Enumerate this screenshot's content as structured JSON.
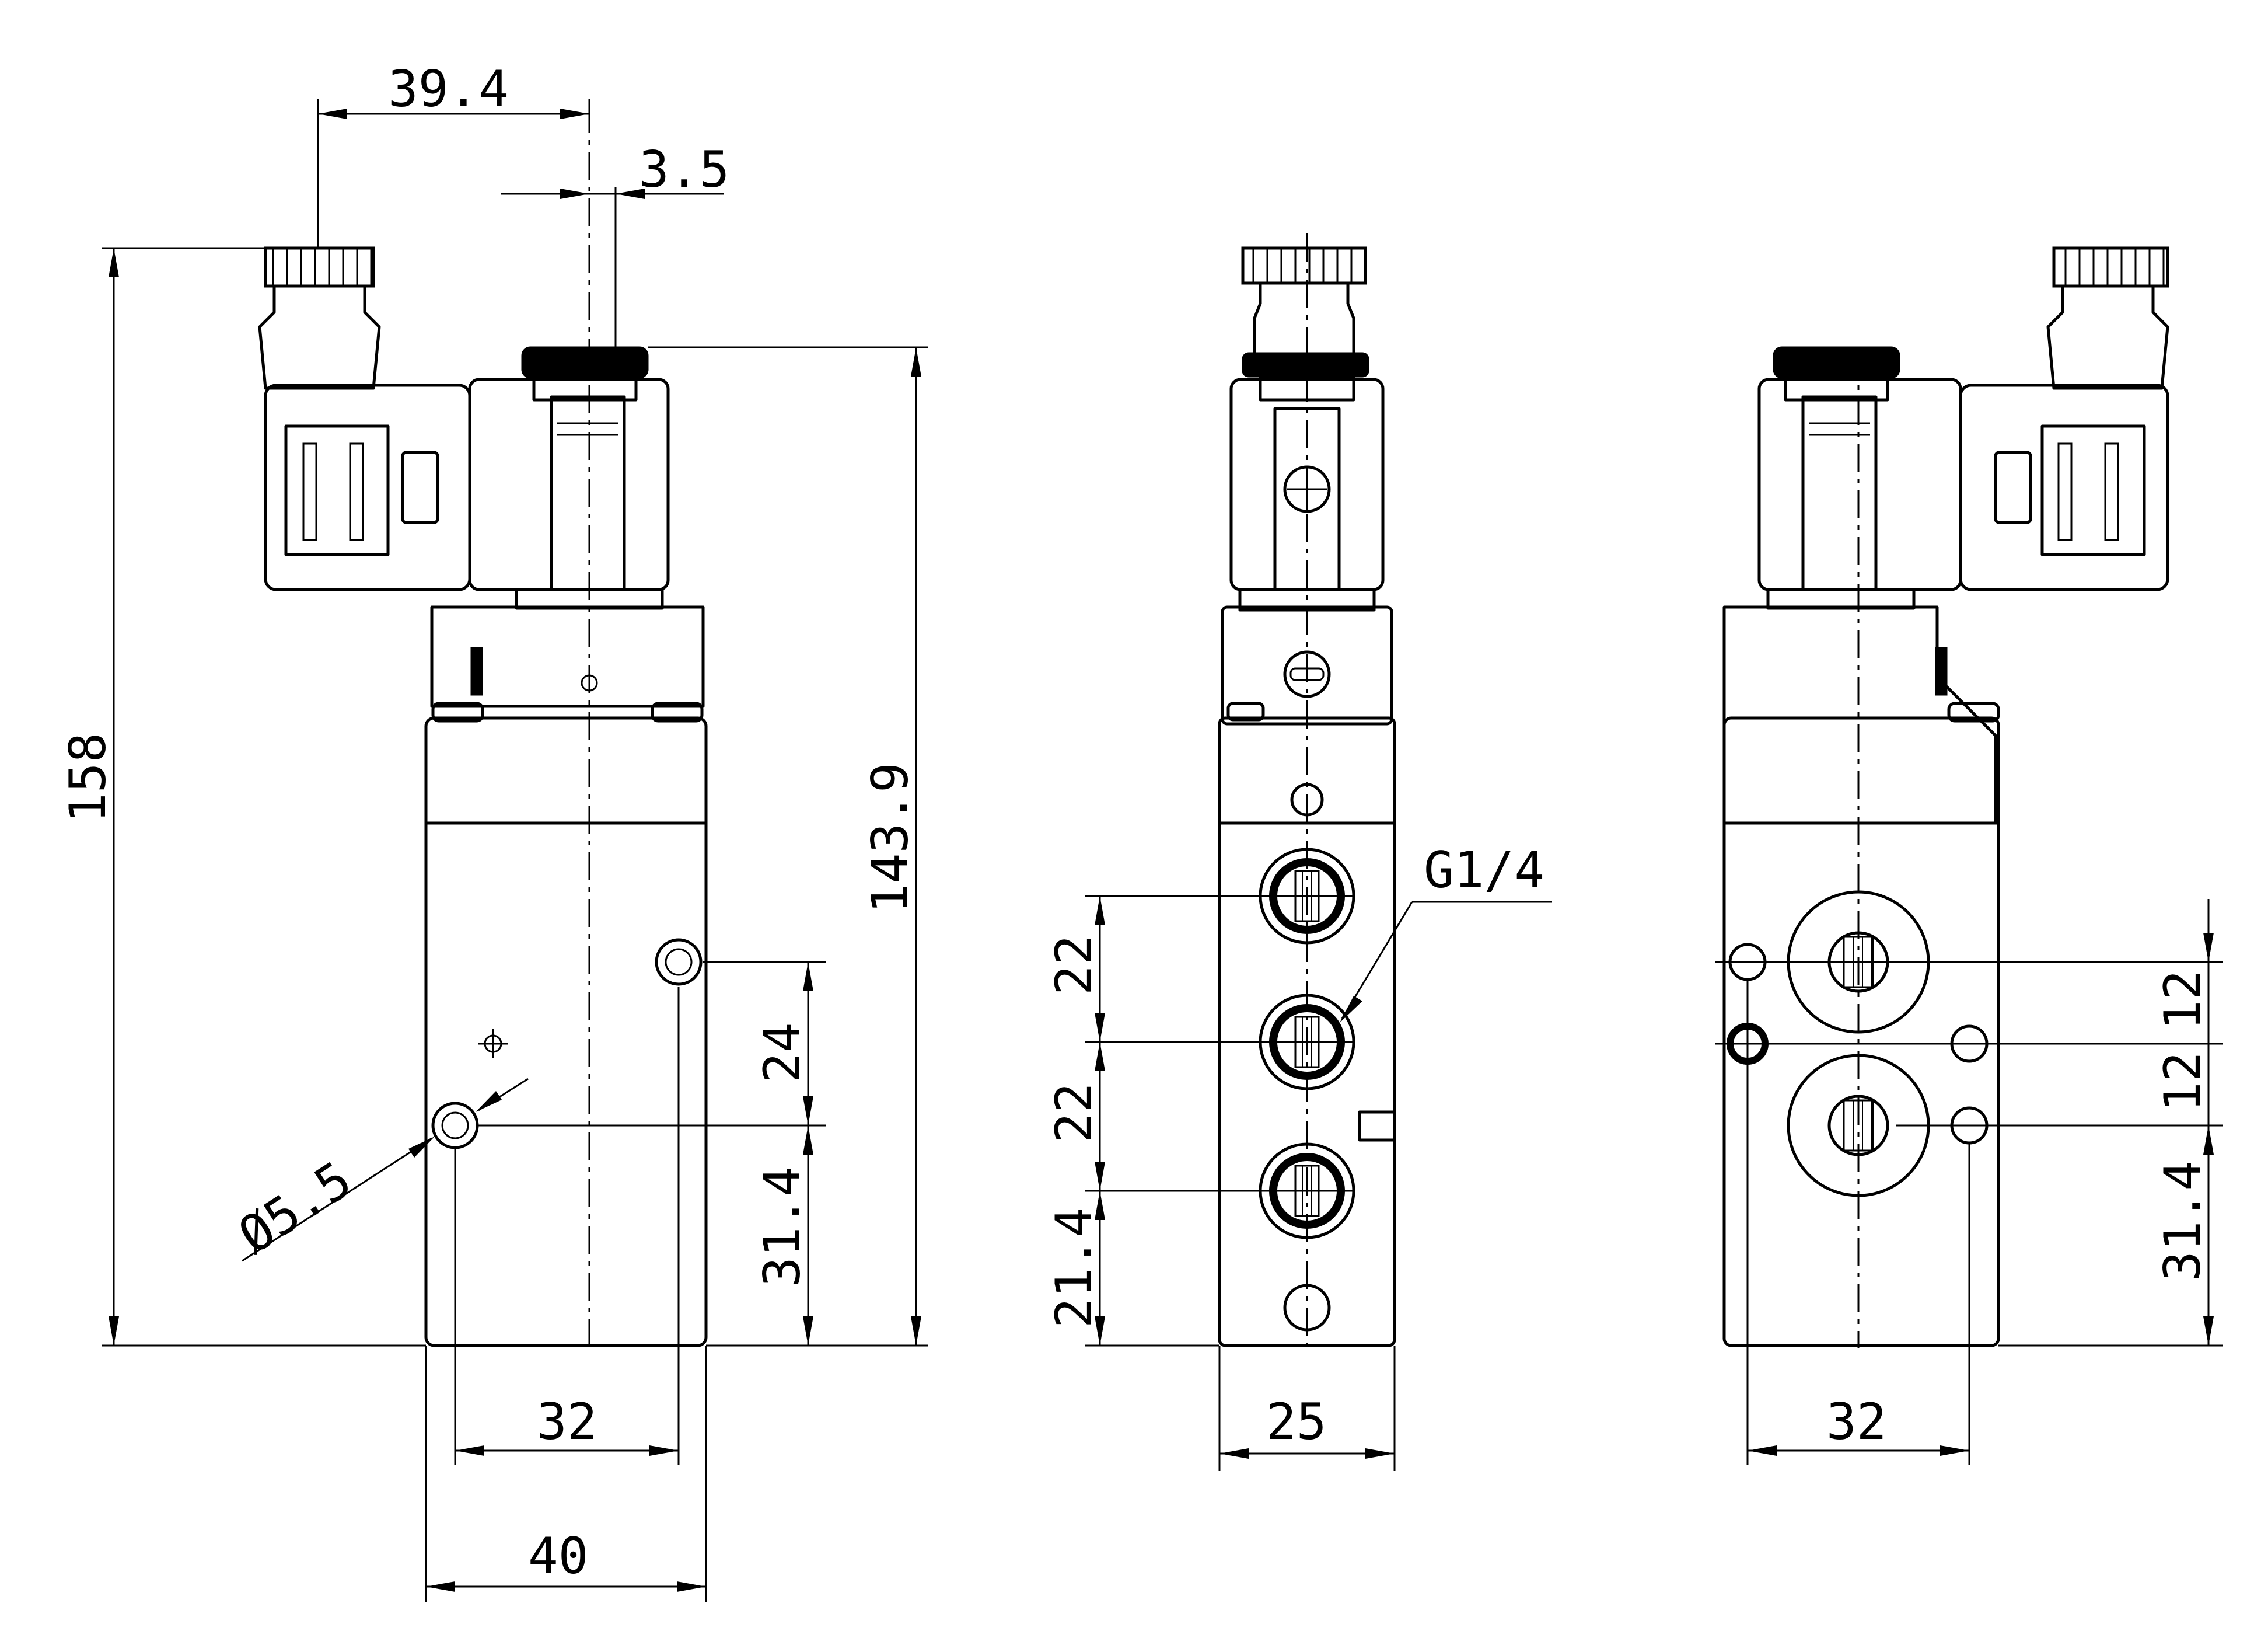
{
  "views": [
    "side-view",
    "front-view",
    "rear-view"
  ],
  "dimensions": {
    "overall_height": "158",
    "body_height": "143.9",
    "coil_offset": "39.4",
    "stem_offset": "3.5",
    "side_hole_pitch": "24",
    "side_hole_from_base": "31.4",
    "side_mount_spacing": "32",
    "side_width": "40",
    "mount_hole_diameter": "Ø5.5",
    "front_port_pitch_upper": "22",
    "front_port_pitch_lower": "22",
    "front_port_from_base": "21.4",
    "front_width": "25",
    "port_thread": "G1/4",
    "rear_port_pitch_upper": "12",
    "rear_port_pitch_lower": "12",
    "rear_port_from_base": "31.4",
    "rear_mount_spacing": "32"
  }
}
